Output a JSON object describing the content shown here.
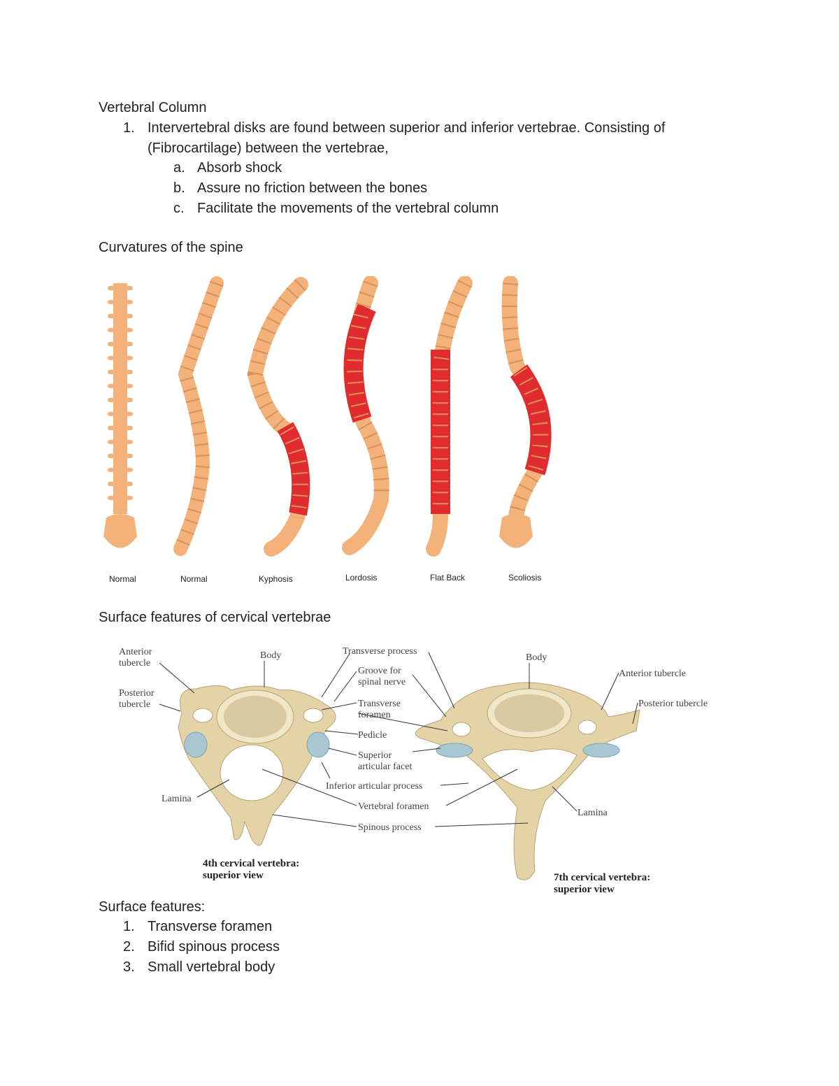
{
  "section1": {
    "heading": "Vertebral Column",
    "item1_num": "1.",
    "item1_line1": "Intervertebral disks are found between superior and inferior vertebrae. Consisting of",
    "item1_line2": "(Fibrocartilage) between the vertebrae,",
    "subitems": [
      {
        "marker": "a.",
        "text": "Absorb shock"
      },
      {
        "marker": "b.",
        "text": "Assure no friction between the bones"
      },
      {
        "marker": "c.",
        "text": "Facilitate the movements of the vertebral column"
      }
    ]
  },
  "section2": {
    "heading": "Curvatures of the spine",
    "captions": [
      "Normal",
      "Normal",
      "Kyphosis",
      "Lordosis",
      "Flat Back",
      "Scoliosis"
    ],
    "colors": {
      "bone": "#f2b27a",
      "highlight": "#e02b2f",
      "outline": "#d9935a"
    }
  },
  "section3": {
    "heading": "Surface features of cervical vertebrae",
    "labels": {
      "anterior_tubercle_l1": "Anterior",
      "anterior_tubercle_l2": "tubercle",
      "posterior_tubercle_l1": "Posterior",
      "posterior_tubercle_l2": "tubercle",
      "body_left": "Body",
      "transverse_process": "Transverse process",
      "groove_l1": "Groove for",
      "groove_l2": "spinal nerve",
      "transverse_foramen_l1": "Transverse",
      "transverse_foramen_l2": "foramen",
      "pedicle": "Pedicle",
      "superior_facet_l1": "Superior",
      "superior_facet_l2": "articular facet",
      "inferior_process": "Inferior articular process",
      "vertebral_foramen": "Vertebral foramen",
      "spinous_process": "Spinous process",
      "lamina_left": "Lamina",
      "body_right": "Body",
      "anterior_tubercle_right": "Anterior tubercle",
      "posterior_tubercle_right": "Posterior tubercle",
      "lamina_right": "Lamina",
      "caption_c4_l1": "4th cervical vertebra:",
      "caption_c4_l2": "superior view",
      "caption_c7_l1": "7th cervical vertebra:",
      "caption_c7_l2": "superior view"
    },
    "colors": {
      "bone": "#e3d3a6",
      "facet": "#a9c7d1"
    }
  },
  "section4": {
    "heading": "Surface features:",
    "items": [
      {
        "num": "1.",
        "text": "Transverse foramen"
      },
      {
        "num": "2.",
        "text": "Bifid spinous process"
      },
      {
        "num": "3.",
        "text": "Small vertebral body"
      }
    ]
  }
}
